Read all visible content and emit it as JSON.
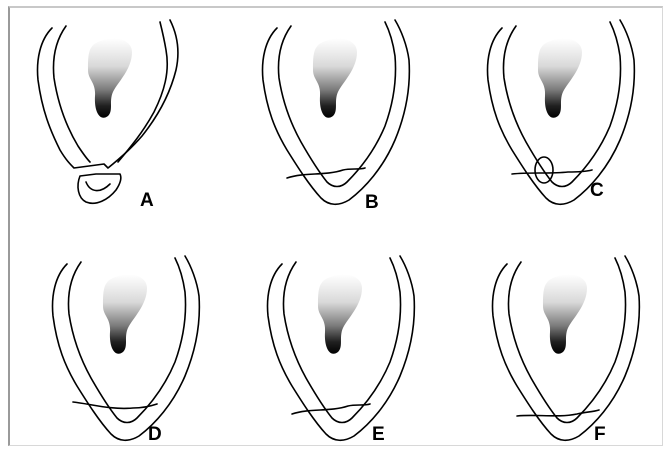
{
  "figure": {
    "panels": [
      {
        "id": "A",
        "label": "A",
        "variant": "fractured-apex"
      },
      {
        "id": "B",
        "label": "B",
        "variant": "horizontal-cut"
      },
      {
        "id": "C",
        "label": "C",
        "variant": "cut-with-oval"
      },
      {
        "id": "D",
        "label": "D",
        "variant": "oblique-cut"
      },
      {
        "id": "E",
        "label": "E",
        "variant": "horizontal-cut"
      },
      {
        "id": "F",
        "label": "F",
        "variant": "low-cut"
      }
    ]
  }
}
